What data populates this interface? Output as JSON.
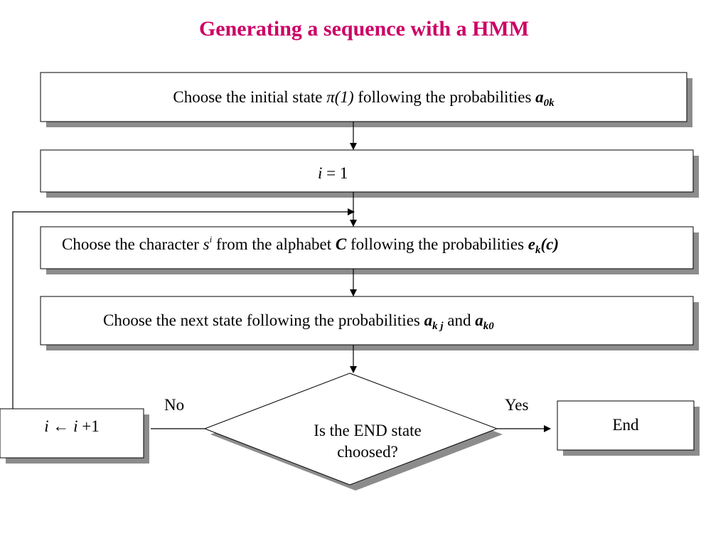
{
  "title": "Generating a sequence with a HMM",
  "title_color": "#cc0066",
  "box_shadow_color": "#8c8c8c",
  "step1": {
    "pre": "Choose the initial state ",
    "pi": "π",
    "state_idx": "(1)",
    "mid": " following the probabilities ",
    "a": "a",
    "a_sub": "0k"
  },
  "step2": {
    "i": "i",
    "rest": " = 1"
  },
  "step3": {
    "pre": "Choose the character ",
    "s": "s",
    "s_sup": "i",
    "mid": "  from the alphabet ",
    "C": "C",
    "mid2": " following the probabilities ",
    "e": "e",
    "e_sub": "k",
    "e_arg": "(c)"
  },
  "step4": {
    "pre": "Choose the next state following the probabilities ",
    "a": "a",
    "a_sub": "k j",
    "and": " and ",
    "a2": "a",
    "a2_sub": "k0"
  },
  "decision": {
    "line1": "Is the END state",
    "line2": "choosed?"
  },
  "no_label": "No",
  "yes_label": "Yes",
  "increment": {
    "i1": "i",
    "arrow": " ← ",
    "i2": "i",
    "rest": " +1"
  },
  "end_label": "End",
  "icons": {
    "arrowhead": "arrowhead-icon"
  }
}
